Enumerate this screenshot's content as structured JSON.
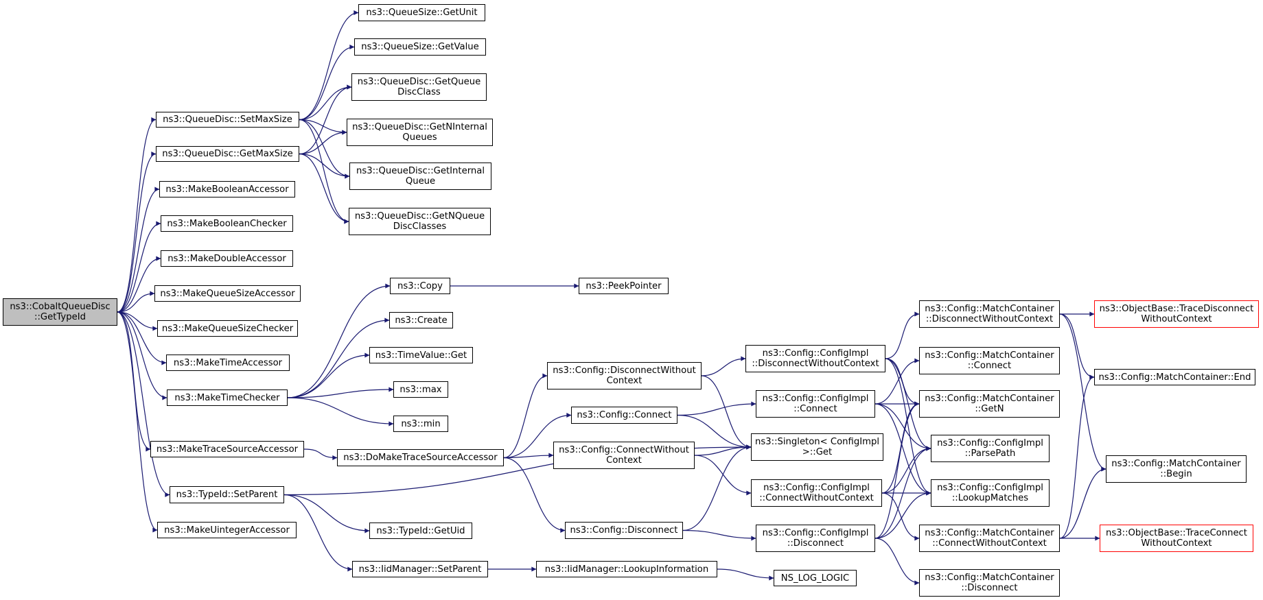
{
  "colors": {
    "edge": "#191970",
    "border": "#000000",
    "root_fill": "#bfbfbf",
    "truncated_border": "#ff0000",
    "background": "#ffffff"
  },
  "nodes": [
    {
      "id": "root",
      "lines": [
        "ns3::CobaltQueueDisc",
        "::GetTypeId"
      ],
      "kind": "root"
    },
    {
      "id": "setmaxsize",
      "lines": [
        "ns3::QueueDisc::SetMaxSize"
      ]
    },
    {
      "id": "getmaxsize",
      "lines": [
        "ns3::QueueDisc::GetMaxSize"
      ]
    },
    {
      "id": "getunit",
      "lines": [
        "ns3::QueueSize::GetUnit"
      ]
    },
    {
      "id": "getvalue",
      "lines": [
        "ns3::QueueSize::GetValue"
      ]
    },
    {
      "id": "getqueuedisclass",
      "lines": [
        "ns3::QueueDisc::GetQueue",
        "DiscClass"
      ]
    },
    {
      "id": "getninternalqueues",
      "lines": [
        "ns3::QueueDisc::GetNInternal",
        "Queues"
      ]
    },
    {
      "id": "getinternalqueue",
      "lines": [
        "ns3::QueueDisc::GetInternal",
        "Queue"
      ]
    },
    {
      "id": "getnqueuedisclasses",
      "lines": [
        "ns3::QueueDisc::GetNQueue",
        "DiscClasses"
      ]
    },
    {
      "id": "makebooleanaccessor",
      "lines": [
        "ns3::MakeBooleanAccessor"
      ]
    },
    {
      "id": "makebooleanchecker",
      "lines": [
        "ns3::MakeBooleanChecker"
      ]
    },
    {
      "id": "makedoubleaccessor",
      "lines": [
        "ns3::MakeDoubleAccessor"
      ]
    },
    {
      "id": "makequeuesizeaccessor",
      "lines": [
        "ns3::MakeQueueSizeAccessor"
      ]
    },
    {
      "id": "makequeuesizechecker",
      "lines": [
        "ns3::MakeQueueSizeChecker"
      ]
    },
    {
      "id": "maketimeaccessor",
      "lines": [
        "ns3::MakeTimeAccessor"
      ]
    },
    {
      "id": "maketimechecker",
      "lines": [
        "ns3::MakeTimeChecker"
      ]
    },
    {
      "id": "maketracesourceaccessor",
      "lines": [
        "ns3::MakeTraceSourceAccessor"
      ]
    },
    {
      "id": "typeidsetparent",
      "lines": [
        "ns3::TypeId::SetParent"
      ]
    },
    {
      "id": "makeuintegeraccessor",
      "lines": [
        "ns3::MakeUintegerAccessor"
      ]
    },
    {
      "id": "copy",
      "lines": [
        "ns3::Copy"
      ]
    },
    {
      "id": "peekpointer",
      "lines": [
        "ns3::PeekPointer"
      ]
    },
    {
      "id": "create",
      "lines": [
        "ns3::Create"
      ]
    },
    {
      "id": "timevalueget",
      "lines": [
        "ns3::TimeValue::Get"
      ]
    },
    {
      "id": "max",
      "lines": [
        "ns3::max"
      ]
    },
    {
      "id": "min",
      "lines": [
        "ns3::min"
      ]
    },
    {
      "id": "domaketracesourceaccessor",
      "lines": [
        "ns3::DoMakeTraceSourceAccessor"
      ]
    },
    {
      "id": "typeidgetuid",
      "lines": [
        "ns3::TypeId::GetUid"
      ]
    },
    {
      "id": "iidsetparent",
      "lines": [
        "ns3::IidManager::SetParent"
      ]
    },
    {
      "id": "iidlookup",
      "lines": [
        "ns3::IidManager::LookupInformation"
      ]
    },
    {
      "id": "nsloglogic",
      "lines": [
        "NS_LOG_LOGIC"
      ]
    },
    {
      "id": "cfgdisconnectwithout",
      "lines": [
        "ns3::Config::DisconnectWithout",
        "Context"
      ]
    },
    {
      "id": "cfgconnect",
      "lines": [
        "ns3::Config::Connect"
      ]
    },
    {
      "id": "cfgconnectwithout",
      "lines": [
        "ns3::Config::ConnectWithout",
        "Context"
      ]
    },
    {
      "id": "cfgdisconnect",
      "lines": [
        "ns3::Config::Disconnect"
      ]
    },
    {
      "id": "implDisconnectWithout",
      "lines": [
        "ns3::Config::ConfigImpl",
        "::DisconnectWithoutContext"
      ]
    },
    {
      "id": "implConnect",
      "lines": [
        "ns3::Config::ConfigImpl",
        "::Connect"
      ]
    },
    {
      "id": "singletonget",
      "lines": [
        "ns3::Singleton< ConfigImpl",
        " >::Get"
      ]
    },
    {
      "id": "implConnectWithout",
      "lines": [
        "ns3::Config::ConfigImpl",
        "::ConnectWithoutContext"
      ]
    },
    {
      "id": "implDisconnect",
      "lines": [
        "ns3::Config::ConfigImpl",
        "::Disconnect"
      ]
    },
    {
      "id": "mcDisconnectWithout",
      "lines": [
        "ns3::Config::MatchContainer",
        "::DisconnectWithoutContext"
      ]
    },
    {
      "id": "mcConnect",
      "lines": [
        "ns3::Config::MatchContainer",
        "::Connect"
      ]
    },
    {
      "id": "mcGetN",
      "lines": [
        "ns3::Config::MatchContainer",
        "::GetN"
      ]
    },
    {
      "id": "implParsePath",
      "lines": [
        "ns3::Config::ConfigImpl",
        "::ParsePath"
      ]
    },
    {
      "id": "implLookupMatches",
      "lines": [
        "ns3::Config::ConfigImpl",
        "::LookupMatches"
      ]
    },
    {
      "id": "mcConnectWithout",
      "lines": [
        "ns3::Config::MatchContainer",
        "::ConnectWithoutContext"
      ]
    },
    {
      "id": "mcDisconnect",
      "lines": [
        "ns3::Config::MatchContainer",
        "::Disconnect"
      ]
    },
    {
      "id": "traceDisconnectWithout",
      "lines": [
        "ns3::ObjectBase::TraceDisconnect",
        "WithoutContext"
      ],
      "kind": "truncated"
    },
    {
      "id": "mcEnd",
      "lines": [
        "ns3::Config::MatchContainer::End"
      ]
    },
    {
      "id": "mcBegin",
      "lines": [
        "ns3::Config::MatchContainer",
        "::Begin"
      ]
    },
    {
      "id": "traceConnectWithout",
      "lines": [
        "ns3::ObjectBase::TraceConnect",
        "WithoutContext"
      ],
      "kind": "truncated"
    }
  ],
  "edges": [
    [
      "root",
      "setmaxsize"
    ],
    [
      "root",
      "getmaxsize"
    ],
    [
      "root",
      "makebooleanaccessor"
    ],
    [
      "root",
      "makebooleanchecker"
    ],
    [
      "root",
      "makedoubleaccessor"
    ],
    [
      "root",
      "makequeuesizeaccessor"
    ],
    [
      "root",
      "makequeuesizechecker"
    ],
    [
      "root",
      "maketimeaccessor"
    ],
    [
      "root",
      "maketimechecker"
    ],
    [
      "root",
      "maketracesourceaccessor"
    ],
    [
      "root",
      "typeidsetparent"
    ],
    [
      "root",
      "makeuintegeraccessor"
    ],
    [
      "setmaxsize",
      "getunit"
    ],
    [
      "setmaxsize",
      "getvalue"
    ],
    [
      "setmaxsize",
      "getqueuedisclass"
    ],
    [
      "setmaxsize",
      "getninternalqueues"
    ],
    [
      "setmaxsize",
      "getinternalqueue"
    ],
    [
      "setmaxsize",
      "getnqueuedisclasses"
    ],
    [
      "getmaxsize",
      "getqueuedisclass"
    ],
    [
      "getmaxsize",
      "getninternalqueues"
    ],
    [
      "getmaxsize",
      "getinternalqueue"
    ],
    [
      "getmaxsize",
      "getnqueuedisclasses"
    ],
    [
      "maketimechecker",
      "copy"
    ],
    [
      "maketimechecker",
      "create"
    ],
    [
      "maketimechecker",
      "timevalueget"
    ],
    [
      "maketimechecker",
      "max"
    ],
    [
      "maketimechecker",
      "min"
    ],
    [
      "copy",
      "peekpointer"
    ],
    [
      "maketracesourceaccessor",
      "domaketracesourceaccessor"
    ],
    [
      "domaketracesourceaccessor",
      "cfgdisconnectwithout"
    ],
    [
      "domaketracesourceaccessor",
      "cfgconnect"
    ],
    [
      "domaketracesourceaccessor",
      "cfgconnectwithout"
    ],
    [
      "domaketracesourceaccessor",
      "cfgdisconnect"
    ],
    [
      "typeidsetparent",
      "singletonget"
    ],
    [
      "typeidsetparent",
      "typeidgetuid"
    ],
    [
      "typeidsetparent",
      "iidsetparent"
    ],
    [
      "iidsetparent",
      "iidlookup"
    ],
    [
      "iidlookup",
      "nsloglogic"
    ],
    [
      "cfgdisconnectwithout",
      "implDisconnectWithout"
    ],
    [
      "cfgdisconnectwithout",
      "singletonget"
    ],
    [
      "cfgconnect",
      "implConnect"
    ],
    [
      "cfgconnect",
      "singletonget"
    ],
    [
      "cfgconnectwithout",
      "singletonget"
    ],
    [
      "cfgconnectwithout",
      "implConnectWithout"
    ],
    [
      "cfgdisconnect",
      "singletonget"
    ],
    [
      "cfgdisconnect",
      "implDisconnect"
    ],
    [
      "implDisconnectWithout",
      "mcDisconnectWithout"
    ],
    [
      "implDisconnectWithout",
      "mcGetN"
    ],
    [
      "implDisconnectWithout",
      "implParsePath"
    ],
    [
      "implDisconnectWithout",
      "implLookupMatches"
    ],
    [
      "implConnect",
      "mcConnect"
    ],
    [
      "implConnect",
      "mcGetN"
    ],
    [
      "implConnect",
      "implParsePath"
    ],
    [
      "implConnect",
      "implLookupMatches"
    ],
    [
      "implConnectWithout",
      "mcGetN"
    ],
    [
      "implConnectWithout",
      "implParsePath"
    ],
    [
      "implConnectWithout",
      "implLookupMatches"
    ],
    [
      "implConnectWithout",
      "mcConnectWithout"
    ],
    [
      "implDisconnect",
      "mcGetN"
    ],
    [
      "implDisconnect",
      "implParsePath"
    ],
    [
      "implDisconnect",
      "implLookupMatches"
    ],
    [
      "implDisconnect",
      "mcDisconnect"
    ],
    [
      "mcDisconnectWithout",
      "traceDisconnectWithout"
    ],
    [
      "mcDisconnectWithout",
      "mcEnd"
    ],
    [
      "mcDisconnectWithout",
      "mcBegin"
    ],
    [
      "mcConnectWithout",
      "traceConnectWithout"
    ],
    [
      "mcConnectWithout",
      "mcEnd"
    ],
    [
      "mcConnectWithout",
      "mcBegin"
    ]
  ]
}
